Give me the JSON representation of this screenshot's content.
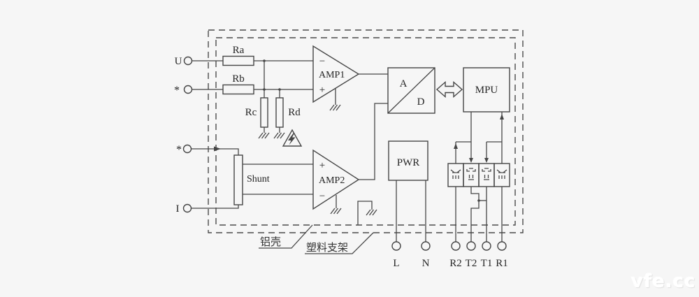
{
  "colors": {
    "background": "#f6f6f6",
    "line": "#464646",
    "text": "#262626",
    "watermark": "#ffffff"
  },
  "watermark": "vfe.cc",
  "input_terminals": {
    "u": "U",
    "star1": "*",
    "star2": "*",
    "i": "I"
  },
  "resistors": {
    "ra": "Ra",
    "rb": "Rb",
    "rc": "Rc",
    "rd": "Rd"
  },
  "amp1": {
    "label": "AMP1",
    "neg": "−",
    "pos": "+"
  },
  "amp2": {
    "label": "AMP2",
    "pos": "+",
    "neg": "−"
  },
  "shunt": {
    "label": "Shunt"
  },
  "adc": {
    "a": "A",
    "d": "D"
  },
  "mpu": {
    "label": "MPU"
  },
  "pwr": {
    "label": "PWR"
  },
  "output_terminals": {
    "l": "L",
    "n": "N",
    "r2": "R2",
    "t2": "T2",
    "t1": "T1",
    "r1": "R1"
  },
  "enclosure": {
    "inner_label": "铝壳",
    "outer_label": "塑料支架"
  }
}
